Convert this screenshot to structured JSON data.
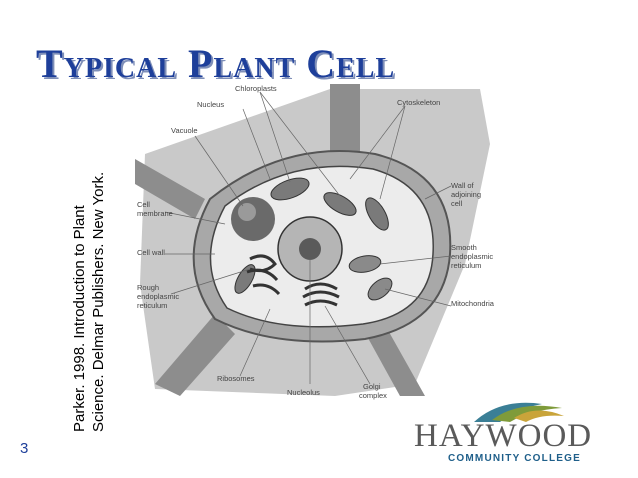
{
  "slide": {
    "title": "Typical Plant Cell",
    "number": "3"
  },
  "citation": {
    "line1": "Parker. 1998. Introduction to Plant",
    "line2": "Science. Delmar Publishers. New York."
  },
  "diagram": {
    "labels": {
      "chloroplasts": "Chloroplasts",
      "nucleus_top": "Nucleus",
      "cytoskeleton": "Cytoskeleton",
      "vacuole": "Vacuole",
      "wall_adjoining_1": "Wall of",
      "wall_adjoining_2": "adjoining",
      "wall_adjoining_3": "cell",
      "cell_membrane_1": "Cell",
      "cell_membrane_2": "membrane",
      "cell_wall": "Cell wall",
      "smooth_er_1": "Smooth",
      "smooth_er_2": "endoplasmic",
      "smooth_er_3": "reticulum",
      "rough_er_1": "Rough",
      "rough_er_2": "endoplasmic",
      "rough_er_3": "reticulum",
      "mitochondria": "Mitochondria",
      "ribosomes": "Ribosomes",
      "nucleolus": "Nucleolus",
      "golgi_1": "Golgi",
      "golgi_2": "complex"
    }
  },
  "logo": {
    "name": "HAYWOOD",
    "subtitle": "COMMUNITY COLLEGE",
    "colors": {
      "gold": "#c9a43a",
      "green": "#7f9b3a",
      "teal": "#3b7f96",
      "blue": "#1f5f8a"
    }
  }
}
